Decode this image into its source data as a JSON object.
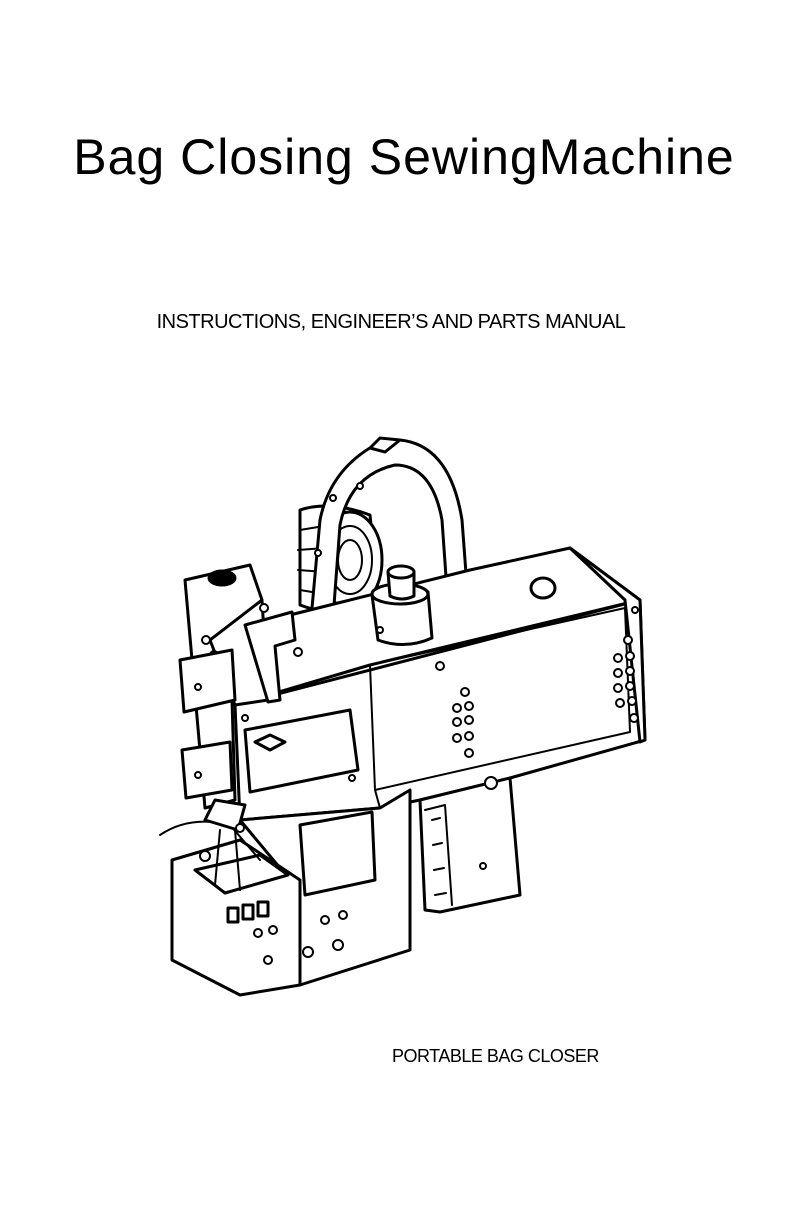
{
  "cover": {
    "title": "Bag Closing SewingMachine",
    "subtitle": "INSTRUCTIONS, ENGINEER’S AND PARTS MANUAL",
    "caption": "PORTABLE BAG CLOSER"
  }
}
